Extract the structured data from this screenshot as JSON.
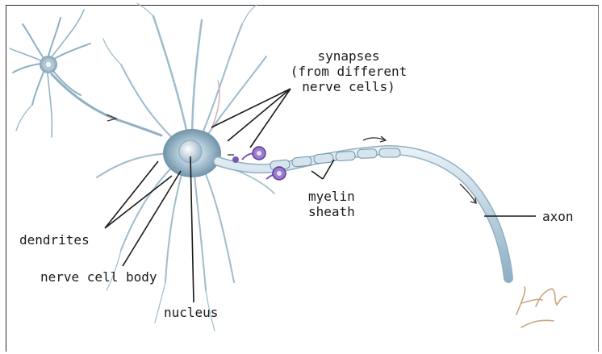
{
  "labels": {
    "synapses": [
      "synapses",
      "(from different",
      "nerve cells)"
    ],
    "myelin": [
      "myelin",
      "sheath"
    ],
    "axon": "axon",
    "dendrites": "dendrites",
    "cell_body": "nerve cell body",
    "nucleus": "nucleus"
  },
  "signature": "H. Gray '97",
  "colors": {
    "membrane": "#a9c6d6",
    "membrane_dark": "#6f93a9",
    "body_glow": "#c9dbe6",
    "nucleus": "#e7edf2",
    "synapse": "#7d55b5",
    "accent_pink": "#d8a7ae",
    "signature": "#c9a57a"
  }
}
